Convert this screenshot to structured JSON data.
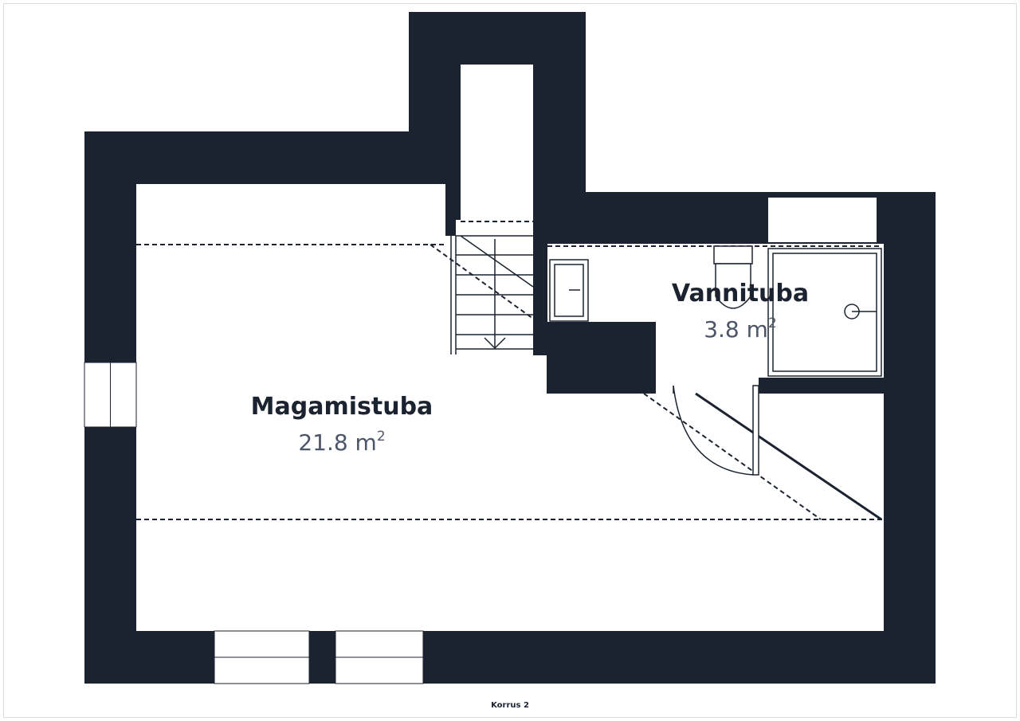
{
  "colors": {
    "wall": "#1c2330",
    "line": "#1c2330",
    "area_text": "#4d5668",
    "background": "#ffffff"
  },
  "floor_label": "Korrus 2",
  "rooms": [
    {
      "name": "Magamistuba",
      "area": "21.8 m",
      "area_unit_sup": "2"
    },
    {
      "name": "Vannituba",
      "area": "3.8 m",
      "area_unit_sup": "2"
    }
  ],
  "symbols": [
    "staircase-arrow-icon",
    "toilet-icon",
    "sink-icon",
    "shower-drain-icon",
    "door-swing-icon",
    "window-icon"
  ]
}
